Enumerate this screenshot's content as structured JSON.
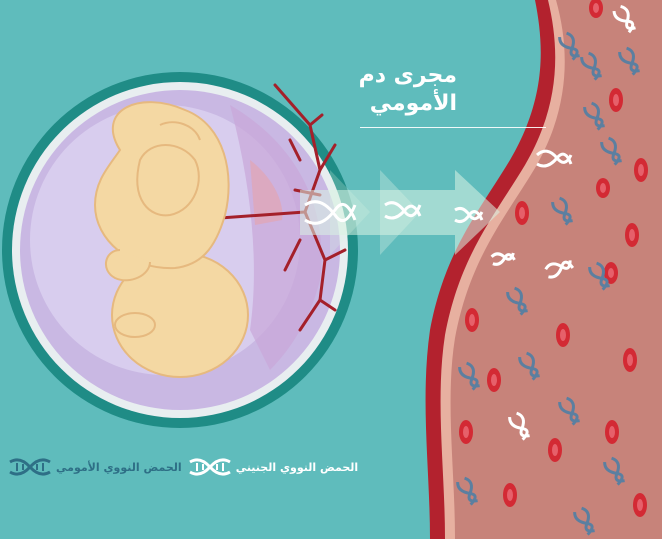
{
  "diagram": {
    "title_line1": "مجرى دم",
    "title_line2": "الأمومي"
  },
  "legend": {
    "fetal_label": "الحمض النووي الجنيني",
    "maternal_label": "الحمض النووي الأمومي",
    "fetal_icon": "dna-helix-icon",
    "maternal_icon": "dna-helix-icon"
  },
  "colors": {
    "background": "#5fbcbc",
    "vessel_wall": "#b3222e",
    "vessel_inner": "#c7837a",
    "blood_cell": "#d32a34",
    "fetal_dna": "#ffffff",
    "maternal_dna": "#5b7fa0",
    "womb_ring": "#1f8c86",
    "womb_fill": "#c9b8e3",
    "fetus": "#f4d8a3",
    "placenta_vessels": "#a4202a"
  }
}
